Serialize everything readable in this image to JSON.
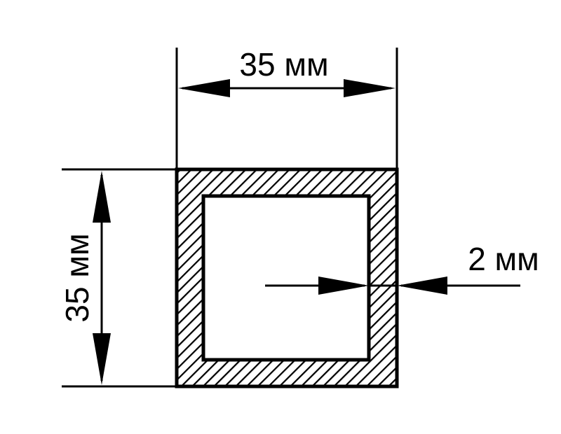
{
  "profile": {
    "width_label": "35 мм",
    "height_label": "35 мм",
    "wall_label": "2 мм"
  },
  "colors": {
    "line": "#000000",
    "background": "#ffffff"
  }
}
